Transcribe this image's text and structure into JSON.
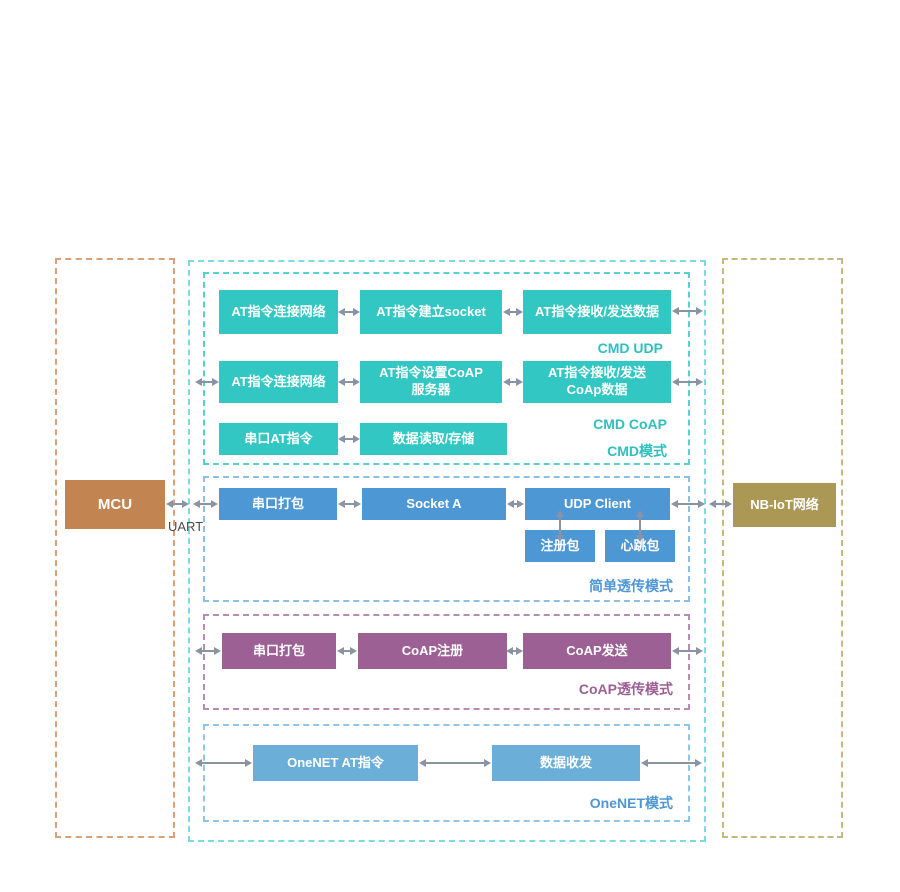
{
  "mcu_label": "MCU",
  "network_label": "NB-IoT网络",
  "uart_label": "UART",
  "cmd": {
    "row1": [
      "AT指令连接网络",
      "AT指令建立socket",
      "AT指令接收/发送数据"
    ],
    "row2": [
      "AT指令连接网络",
      "AT指令设置CoAP\n服务器",
      "AT指令接收/发送\nCoAp数据"
    ],
    "row3": [
      "串口AT指令",
      "数据读取/存储"
    ],
    "udp_caption": "CMD UDP",
    "coap_caption": "CMD CoAP",
    "caption": "CMD模式"
  },
  "transparent": {
    "boxes": [
      "串口打包",
      "Socket A",
      "UDP Client"
    ],
    "sub_boxes": [
      "注册包",
      "心跳包"
    ],
    "caption": "简单透传模式"
  },
  "coap": {
    "boxes": [
      "串口打包",
      "CoAP注册",
      "CoAP发送"
    ],
    "caption": "CoAP透传模式"
  },
  "onenet": {
    "boxes": [
      "OneNET AT指令",
      "数据收发"
    ],
    "caption": "OneNET模式"
  },
  "colors": {
    "teal_box": "#33C7C3",
    "blue_box": "#4E97D5",
    "light_blue_box": "#6BAED8",
    "purple_box": "#9C6095",
    "mcu_box": "#C28552",
    "network_box": "#AB9855",
    "arrow": "#8A93A3"
  }
}
